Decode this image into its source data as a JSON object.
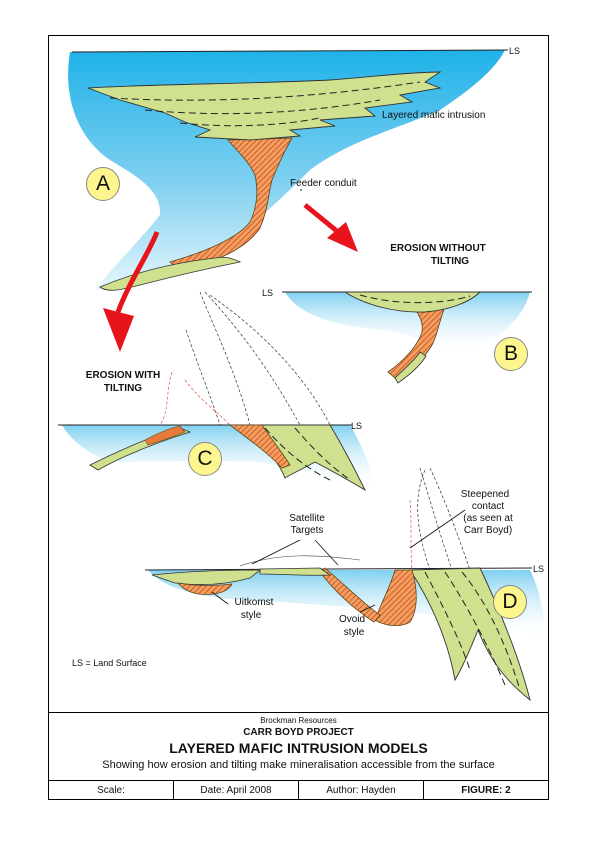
{
  "labels": {
    "ls": "LS",
    "layered_mafic_intrusion": "Layered mafic intrusion",
    "feeder_conduit": "Feeder conduit",
    "erosion_without_tilting_1": "EROSION WITHOUT",
    "erosion_without_tilting_2": "TILTING",
    "erosion_with_tilting_1": "EROSION WITH",
    "erosion_with_tilting_2": "TILTING",
    "satellite_targets_1": "Satellite",
    "satellite_targets_2": "Targets",
    "steepened_contact_1": "Steepened",
    "steepened_contact_2": "contact",
    "steepened_contact_3": "(as seen at",
    "steepened_contact_4": "Carr Boyd)",
    "uitkomst_1": "Uitkomst",
    "uitkomst_2": "style",
    "ovoid_1": "Ovoid",
    "ovoid_2": "style",
    "ls_legend": "LS = Land Surface"
  },
  "panels": {
    "a": "A",
    "b": "B",
    "c": "C",
    "d": "D"
  },
  "title_block": {
    "company": "Brockman Resources",
    "project": "CARR BOYD PROJECT",
    "title": "LAYERED MAFIC INTRUSION MODELS",
    "subtitle": "Showing how erosion and tilting make mineralisation accessible from the surface"
  },
  "footer": {
    "scale": "Scale:",
    "date": "Date: April 2008",
    "author": "Author: Hayden",
    "figure": "FIGURE: 2"
  },
  "colors": {
    "water_dark": "#1fb2e8",
    "water_light": "#e6f6fd",
    "intrusion": "#cfe08e",
    "conduit": "#e87a3c",
    "arrow": "#e8141c"
  }
}
